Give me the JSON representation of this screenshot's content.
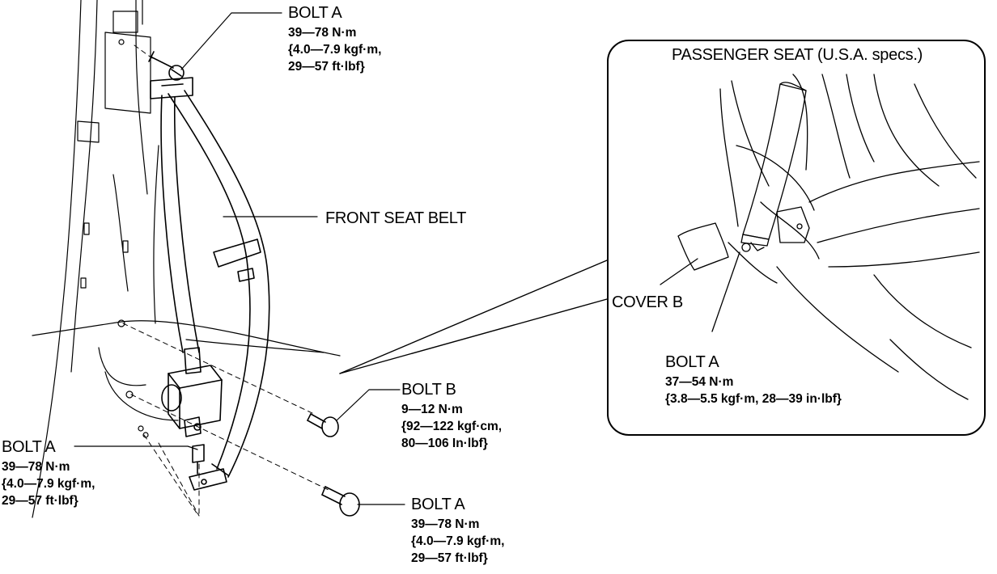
{
  "labels": {
    "bolt_a_top": {
      "name": "BOLT A",
      "lines": [
        "39—78 N·m",
        "{4.0—7.9 kgf·m,",
        "29—57 ft·lbf}"
      ]
    },
    "front_seat_belt": "FRONT SEAT BELT",
    "bolt_b": {
      "name": "BOLT B",
      "lines": [
        "9—12 N·m",
        "{92—122 kgf·cm,",
        "80—106 In·lbf}"
      ]
    },
    "bolt_a_left": {
      "name": "BOLT A",
      "lines": [
        "39—78 N·m",
        "{4.0—7.9 kgf·m,",
        "29—57 ft·lbf}"
      ]
    },
    "bolt_a_bottom": {
      "name": "BOLT A",
      "lines": [
        "39—78 N·m",
        "{4.0—7.9 kgf·m,",
        "29—57 ft·lbf}"
      ]
    }
  },
  "inset": {
    "title": "PASSENGER SEAT (U.S.A. specs.)",
    "cover_b": "COVER B",
    "bolt_a": {
      "name": "BOLT A",
      "lines": [
        "37—54 N·m",
        "{3.8—5.5 kgf·m, 28—39 in·lbf}"
      ]
    }
  }
}
